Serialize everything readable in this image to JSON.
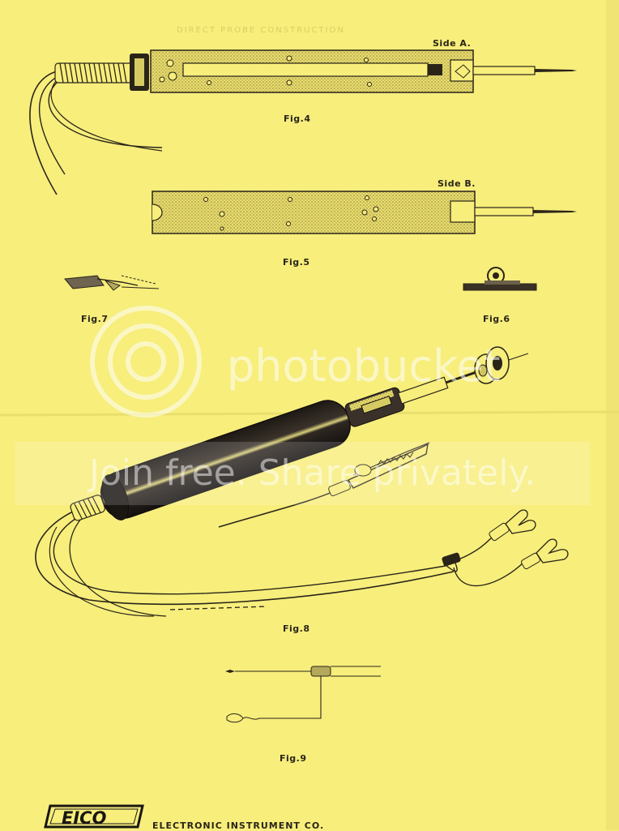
{
  "header": {
    "ghost_title": "DIRECT PROBE CONSTRUCTION"
  },
  "figures": {
    "fig4": {
      "label": "Fig.4",
      "side_label": "Side A."
    },
    "fig5": {
      "label": "Fig.5",
      "side_label": "Side B."
    },
    "fig6": {
      "label": "Fig.6"
    },
    "fig7": {
      "label": "Fig.7"
    },
    "fig8": {
      "label": "Fig.8"
    },
    "fig9": {
      "label": "Fig.9"
    }
  },
  "watermark": {
    "line1": "photobucket",
    "line2": "Join free. Share privately."
  },
  "footer": {
    "logo_text": "EICO",
    "company": "ELECTRONIC INSTRUMENT CO."
  },
  "colors": {
    "paper": "#f7ee7c",
    "ink": "#2a2418",
    "stipple": "#b9ae5a",
    "probe_body": "#2b2520"
  }
}
